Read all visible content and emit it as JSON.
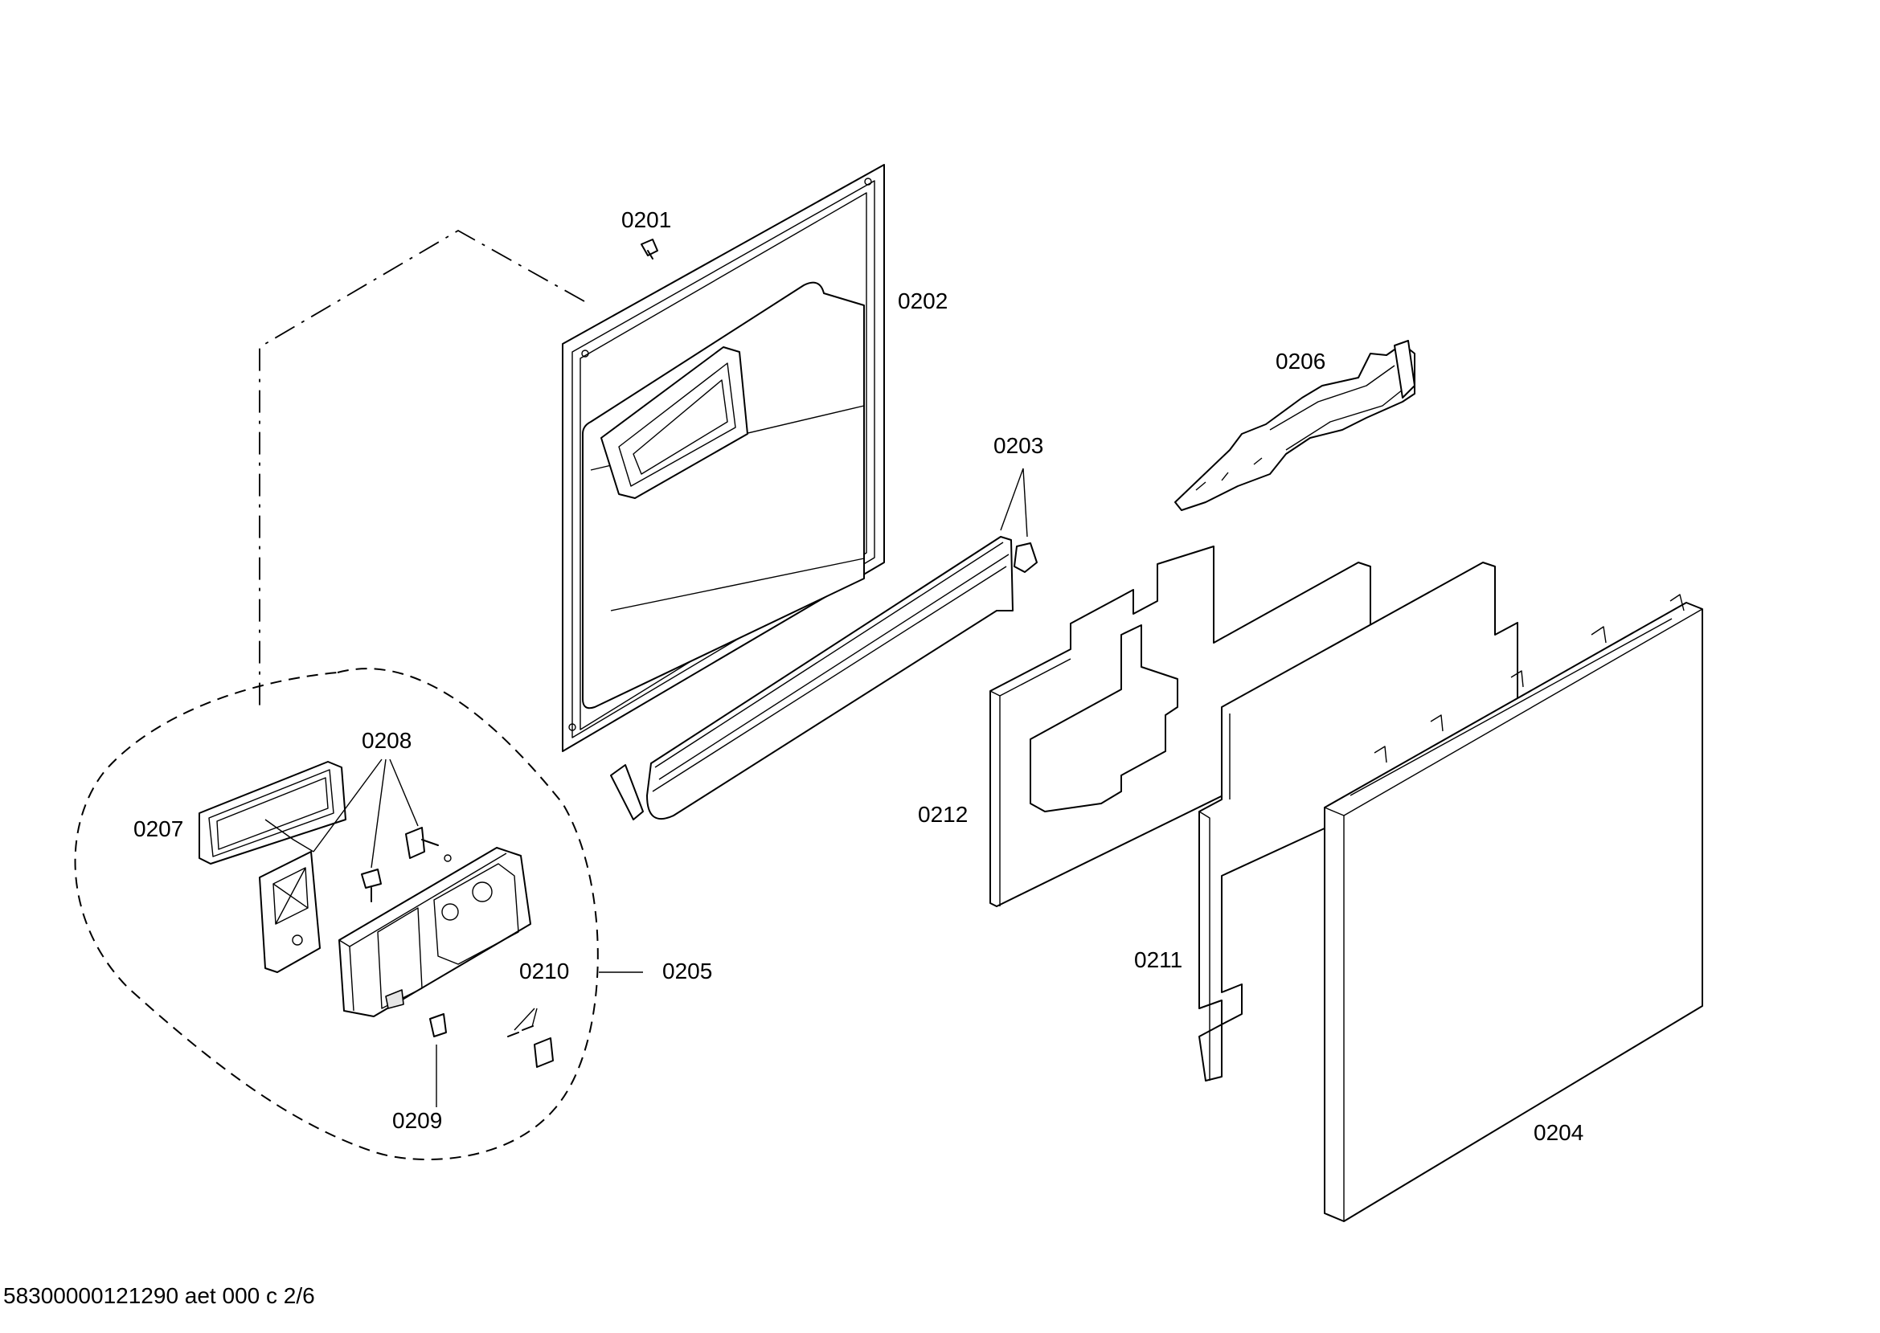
{
  "labels": {
    "p0201": "0201",
    "p0202": "0202",
    "p0203": "0203",
    "p0204": "0204",
    "p0205": "0205",
    "p0206": "0206",
    "p0207": "0207",
    "p0208": "0208",
    "p0209": "0209",
    "p0210": "0210",
    "p0211": "0211",
    "p0212": "0212"
  },
  "footer": "58300000121290 aet 000 c 2/6"
}
